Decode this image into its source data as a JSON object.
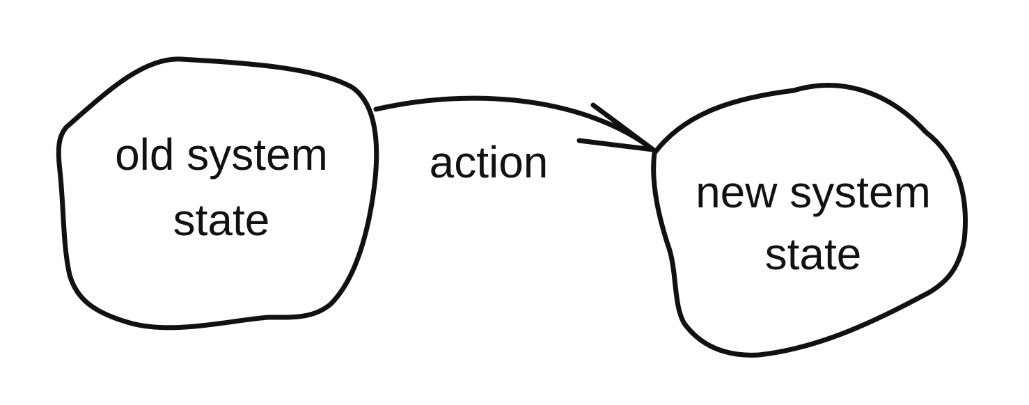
{
  "diagram": {
    "nodes": [
      {
        "id": "old",
        "line1": "old system",
        "line2": "state"
      },
      {
        "id": "new",
        "line1": "new system",
        "line2": "state"
      }
    ],
    "edge": {
      "from": "old",
      "to": "new",
      "label": "action"
    },
    "colors": {
      "ink": "#111111",
      "background": "#ffffff"
    }
  }
}
